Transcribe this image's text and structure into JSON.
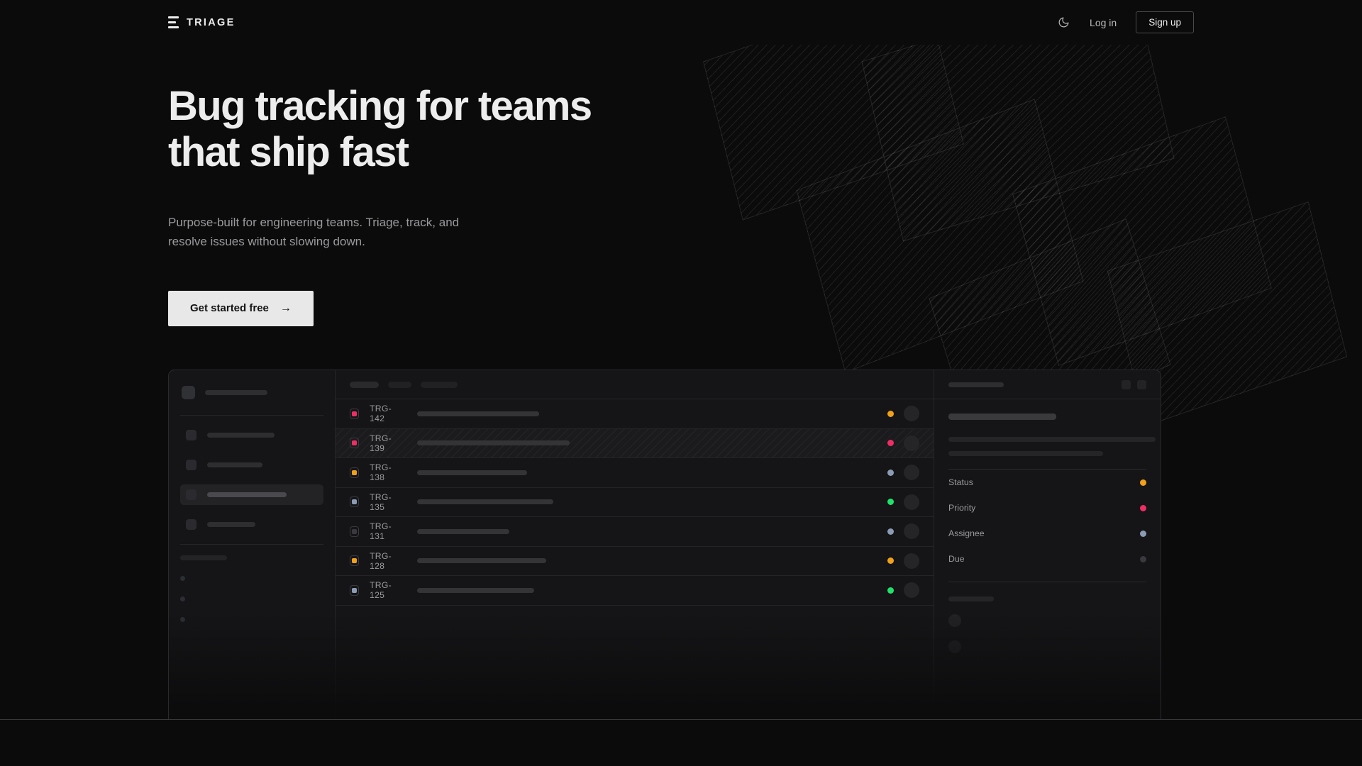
{
  "nav": {
    "brand": "TRIAGE",
    "brand_icon": "stacked-bars-logo-icon",
    "theme_toggle_icon": "moon-icon",
    "login_label": "Log in",
    "signup_label": "Sign up"
  },
  "hero": {
    "heading_line1": "Bug tracking for teams",
    "heading_line2": "that ship fast",
    "subheading_line1": "Purpose-built for engineering teams. Triage, track, and",
    "subheading_line2": "resolve issues without slowing down.",
    "cta_label": "Get started free",
    "cta_arrow": "→"
  },
  "colors": {
    "page_bg": "#0b0b0c",
    "surface": "#151517",
    "border": "#2a2a2d",
    "text_primary": "#ededed",
    "text_muted": "#9a9a9d",
    "accent_orange": "#f0a019",
    "accent_pink": "#ef2e63",
    "accent_blue_gray": "#8b9bb4",
    "accent_green": "#1ee36a",
    "accent_neutral": "#3a3a3e"
  },
  "mockup": {
    "sidebar": {
      "workspace_placeholder_width": 88,
      "nav_items": [
        {
          "width": 95,
          "active": false
        },
        {
          "width": 78,
          "active": false
        },
        {
          "width": 112,
          "active": true
        },
        {
          "width": 68,
          "active": false
        }
      ],
      "section_label_width": 66,
      "sub_items": 3
    },
    "toolbar": {
      "tabs": [
        {
          "width": 41
        },
        {
          "width": 33
        },
        {
          "width": 52
        }
      ]
    },
    "list": {
      "rows": [
        {
          "id": "TRG-142",
          "priority_color": "#ef2e63",
          "title_width": 172,
          "status_color": "#f0a019",
          "hatched": false
        },
        {
          "id": "TRG-139",
          "priority_color": "#ef2e63",
          "title_width": 215,
          "status_color": "#ef2e63",
          "hatched": true
        },
        {
          "id": "TRG-138",
          "priority_color": "#f0a019",
          "title_width": 155,
          "status_color": "#8b9bb4",
          "hatched": false
        },
        {
          "id": "TRG-135",
          "priority_color": "#8b9bb4",
          "title_width": 192,
          "status_color": "#1ee36a",
          "hatched": false
        },
        {
          "id": "TRG-131",
          "priority_color": "#3a3a3e",
          "title_width": 130,
          "status_color": "#8b9bb4",
          "hatched": false
        },
        {
          "id": "TRG-128",
          "priority_color": "#f0a019",
          "title_width": 182,
          "status_color": "#f0a019",
          "hatched": false
        },
        {
          "id": "TRG-125",
          "priority_color": "#8b9bb4",
          "title_width": 165,
          "status_color": "#1ee36a",
          "hatched": false
        }
      ]
    },
    "detail": {
      "header_placeholder_width": 78,
      "header_icons": [
        "panel-icon",
        "more-icon"
      ],
      "title_placeholder_width": 152,
      "body_line_widths": [
        292,
        218
      ],
      "meta": [
        {
          "label": "Status",
          "color": "#f0a019"
        },
        {
          "label": "Priority",
          "color": "#ef2e63"
        },
        {
          "label": "Assignee",
          "color": "#8b9bb4"
        },
        {
          "label": "Due",
          "color": "#3a3a3e"
        }
      ],
      "activity_label_width": 64,
      "activity_avatars": 2
    }
  }
}
